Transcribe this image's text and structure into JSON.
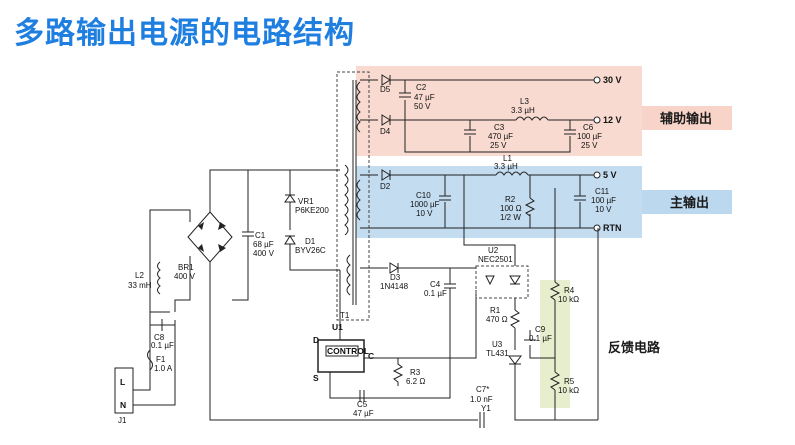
{
  "title": "多路输出电源的电路结构",
  "zones": {
    "aux": "辅助输出",
    "main": "主输出",
    "feedback": "反馈电路"
  },
  "outputs": {
    "v30": "30 V",
    "v12": "12 V",
    "v5": "5 V",
    "rtn": "RTN"
  },
  "components": {
    "d5": "D5",
    "c2": [
      "C2",
      "47 µF",
      "50 V"
    ],
    "l3": [
      "L3",
      "3.3 µH"
    ],
    "d4": "D4",
    "c3": [
      "C3",
      "470 µF",
      "25 V"
    ],
    "c6": [
      "C6",
      "100 µF",
      "25 V"
    ],
    "l1": [
      "L1",
      "3.3 µH"
    ],
    "d2": "D2",
    "c10": [
      "C10",
      "1000 µF",
      "10 V"
    ],
    "r2": [
      "R2",
      "100 Ω",
      "1/2 W"
    ],
    "c11": [
      "C11",
      "100 µF",
      "10 V"
    ],
    "vr1": [
      "VR1",
      "P6KE200"
    ],
    "d1": [
      "D1",
      "BYV26C"
    ],
    "c1": [
      "C1",
      "68 µF",
      "400 V"
    ],
    "br1": [
      "BR1",
      "400 V"
    ],
    "l2": [
      "L2",
      "33 mH"
    ],
    "c8": [
      "C8",
      "0.1 µF"
    ],
    "f1": [
      "F1",
      "1.0 A"
    ],
    "j1": "J1",
    "j1_pins": [
      "L",
      "N"
    ],
    "t1": "T1",
    "d3": [
      "D3",
      "1N4148"
    ],
    "c4": [
      "C4",
      "0.1 µF"
    ],
    "u2": [
      "U2",
      "NEC2501"
    ],
    "r1": [
      "R1",
      "470 Ω"
    ],
    "u1": "U1",
    "control": "CONTROL",
    "u1_pins": [
      "D",
      "S",
      "C"
    ],
    "r3": [
      "R3",
      "6.2 Ω"
    ],
    "c5": [
      "C5",
      "47 µF"
    ],
    "c9": [
      "C9",
      "0.1 µF"
    ],
    "u3": [
      "U3",
      "TL431"
    ],
    "r4": [
      "R4",
      "10 kΩ"
    ],
    "r5": [
      "R5",
      "10 kΩ"
    ],
    "c7": [
      "C7*",
      "1.0 nF",
      "Y1"
    ]
  },
  "colors": {
    "title": "#1f7fe0",
    "aux_zone": "#f7d3c8",
    "main_zone": "#bcd8ee",
    "feedback_zone": "#e3ecc8"
  }
}
